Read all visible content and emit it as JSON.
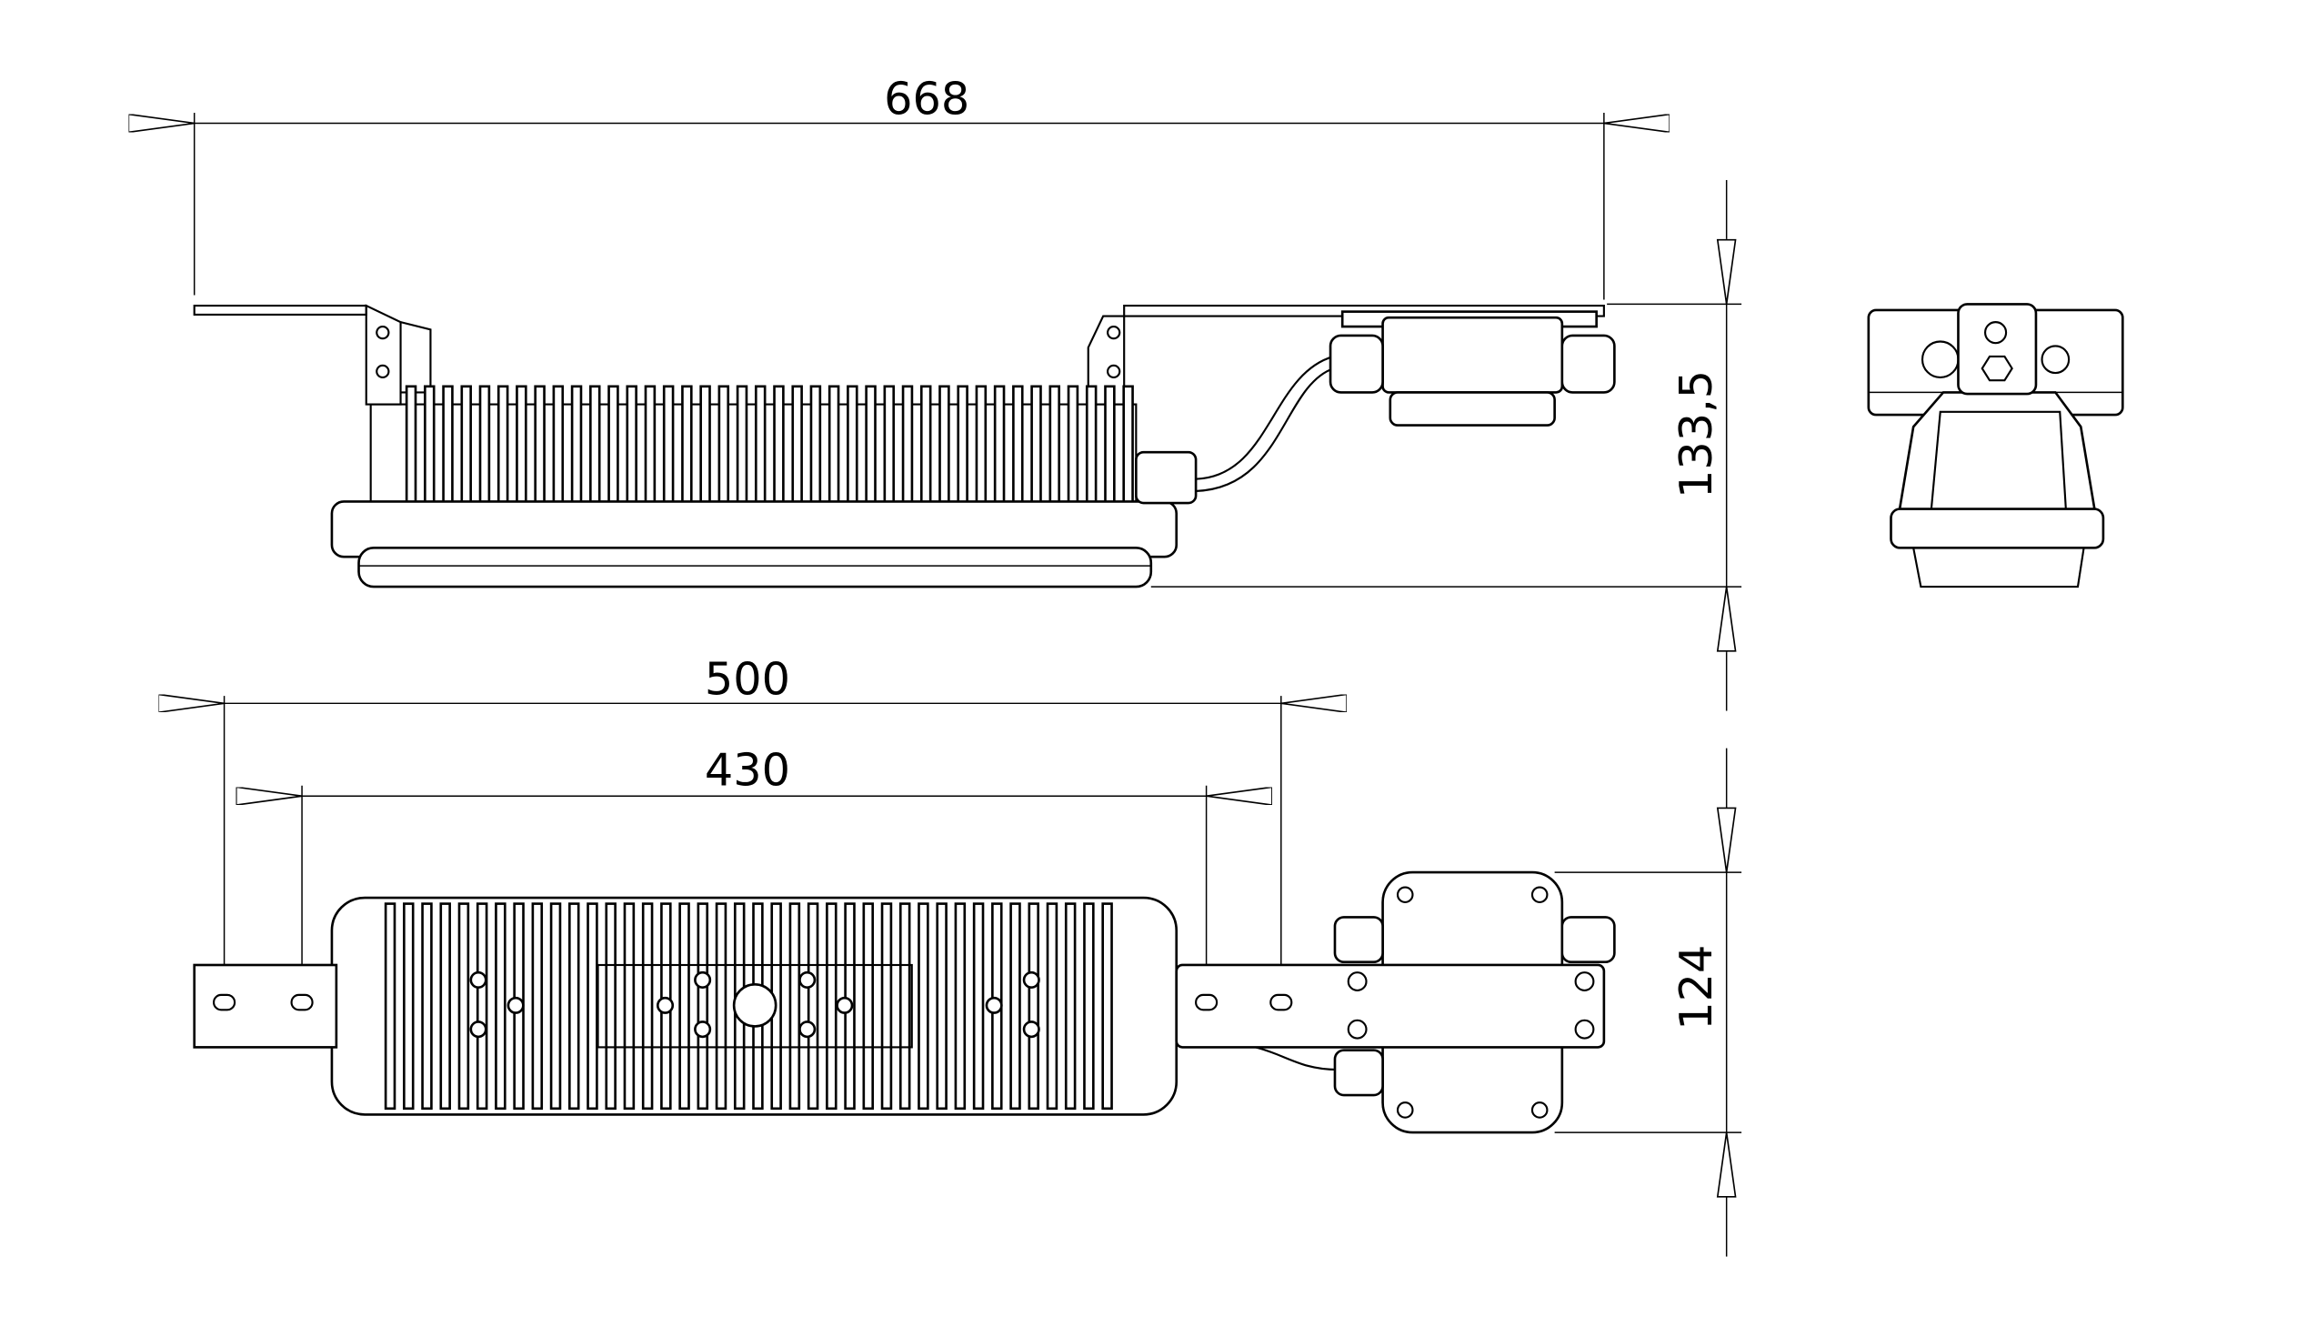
{
  "drawing": {
    "title": "Luminaire dimensional drawing",
    "dimensions": {
      "overall_length": "668",
      "side_height": "133,5",
      "body_length": "500",
      "mount_hole_spacing": "430",
      "box_width": "124"
    }
  }
}
